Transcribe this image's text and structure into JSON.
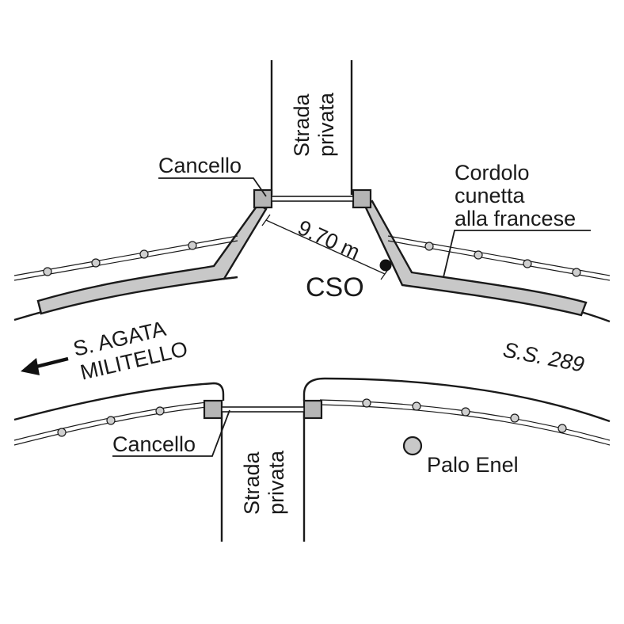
{
  "labels": {
    "road_top": [
      "Strada",
      "privata"
    ],
    "road_bottom": [
      "Strada",
      "privata"
    ],
    "gate_top": "Cancello",
    "gate_bottom": "Cancello",
    "curb": [
      "Cordolo",
      "cunetta",
      "alla francese"
    ],
    "distance": "9.70 m",
    "cso": "CSO",
    "direction": [
      "S. AGATA",
      "MILITELLO"
    ],
    "highway": "S.S. 289",
    "pole": "Palo Enel"
  }
}
